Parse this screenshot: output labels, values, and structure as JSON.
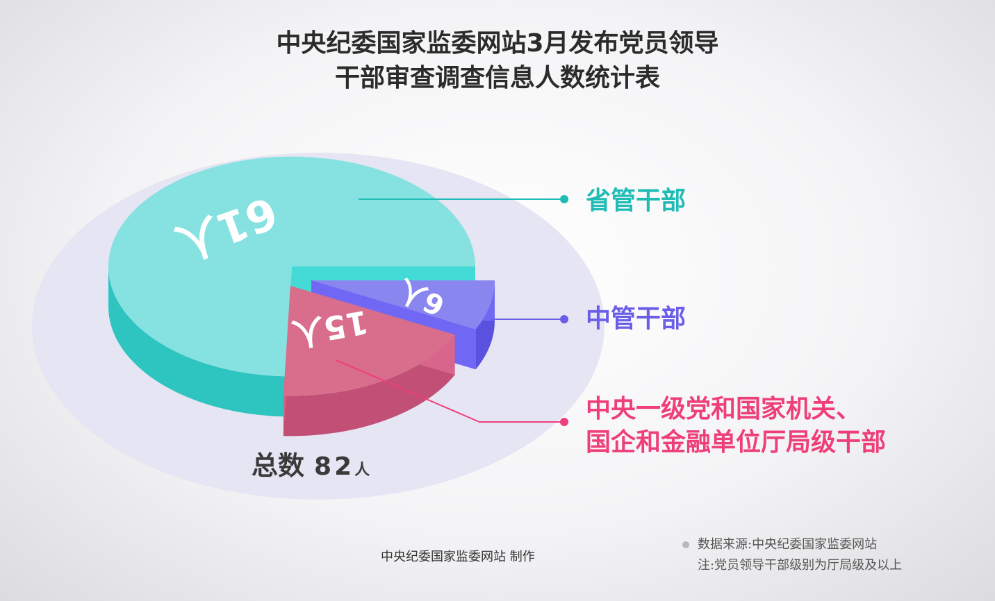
{
  "title": {
    "line1": "中央纪委国家监委网站3月发布党员领导",
    "line2": "干部审查调查信息人数统计表"
  },
  "chart_data": {
    "type": "pie",
    "unit": "人",
    "total": {
      "label": "总数",
      "value": 82,
      "unit": "人"
    },
    "slices": [
      {
        "name": "省管干部",
        "value": 61,
        "label": "61人",
        "color": "#86e2e0",
        "side_color": "#2ec4c0",
        "text_color": "#1fbcb6"
      },
      {
        "name": "中管干部",
        "value": 6,
        "label": "6人",
        "color": "#8a86f0",
        "side_color": "#5a52de",
        "text_color": "#6a5ee8"
      },
      {
        "name": "中央一级党和国家机关、国企和金融单位厅局级干部",
        "name_lines": [
          "中央一级党和国家机关、",
          "国企和金融单位厅局级干部"
        ],
        "value": 15,
        "label": "15人",
        "color": "#d86d8c",
        "side_color": "#c24f76",
        "text_color": "#ee3f7a"
      }
    ]
  },
  "footer": {
    "maker": "中央纪委国家监委网站 制作",
    "source": "数据来源:中央纪委国家监委网站",
    "note": "注:党员领导干部级别为厅局级及以上"
  },
  "colors": {
    "halo": "#e6e5f3",
    "title": "#2b2b2b",
    "slice_label": "#ffffff"
  }
}
